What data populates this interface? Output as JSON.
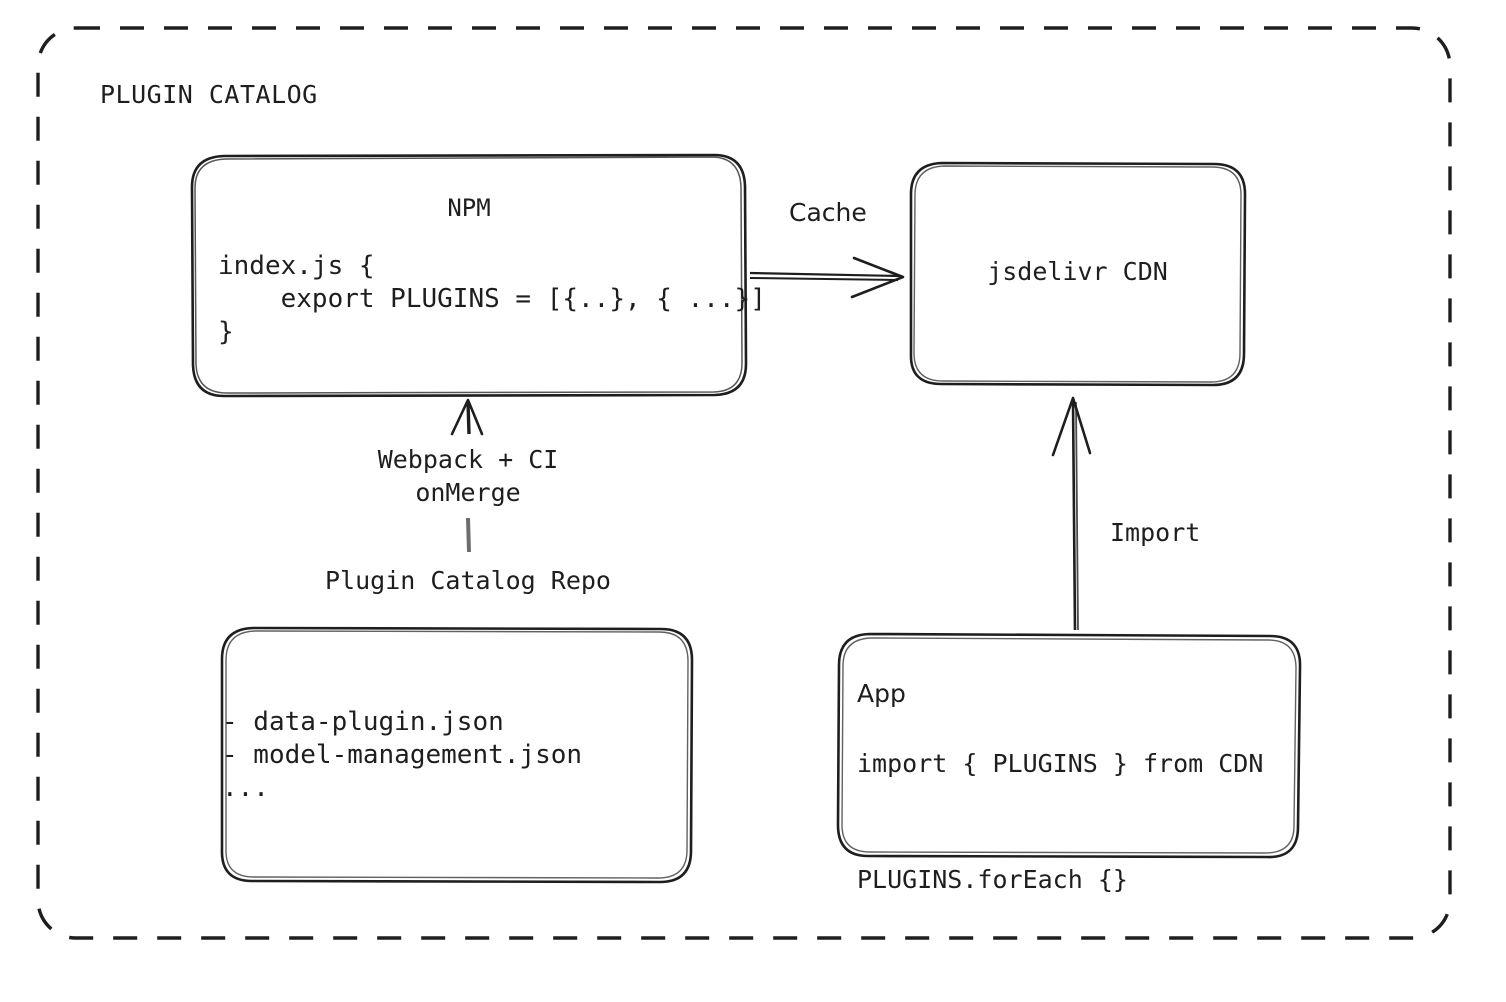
{
  "diagram": {
    "title": "PLUGIN CATALOG",
    "style": {
      "stroke": "#1e1e1e",
      "background": "#ffffff",
      "border": "dashed-rounded-rectangle"
    },
    "nodes": {
      "npm": {
        "title": "NPM",
        "code": "index.js {\n    export PLUGINS = [{..}, { ...}]\n}"
      },
      "cdn": {
        "title": "jsdelivr CDN"
      },
      "repo": {
        "caption": "Plugin Catalog Repo",
        "files": "- data-plugin.json\n- model-management.json\n..."
      },
      "app": {
        "title": "App",
        "code": "import { PLUGINS } from CDN\n\nPLUGINS.forEach {}"
      }
    },
    "edges": {
      "npm_to_cdn": {
        "label": "Cache",
        "direction": "right"
      },
      "repo_to_npm": {
        "label": "Webpack + CI\nonMerge",
        "direction": "up"
      },
      "app_to_cdn": {
        "label": "Import",
        "direction": "up"
      }
    }
  }
}
